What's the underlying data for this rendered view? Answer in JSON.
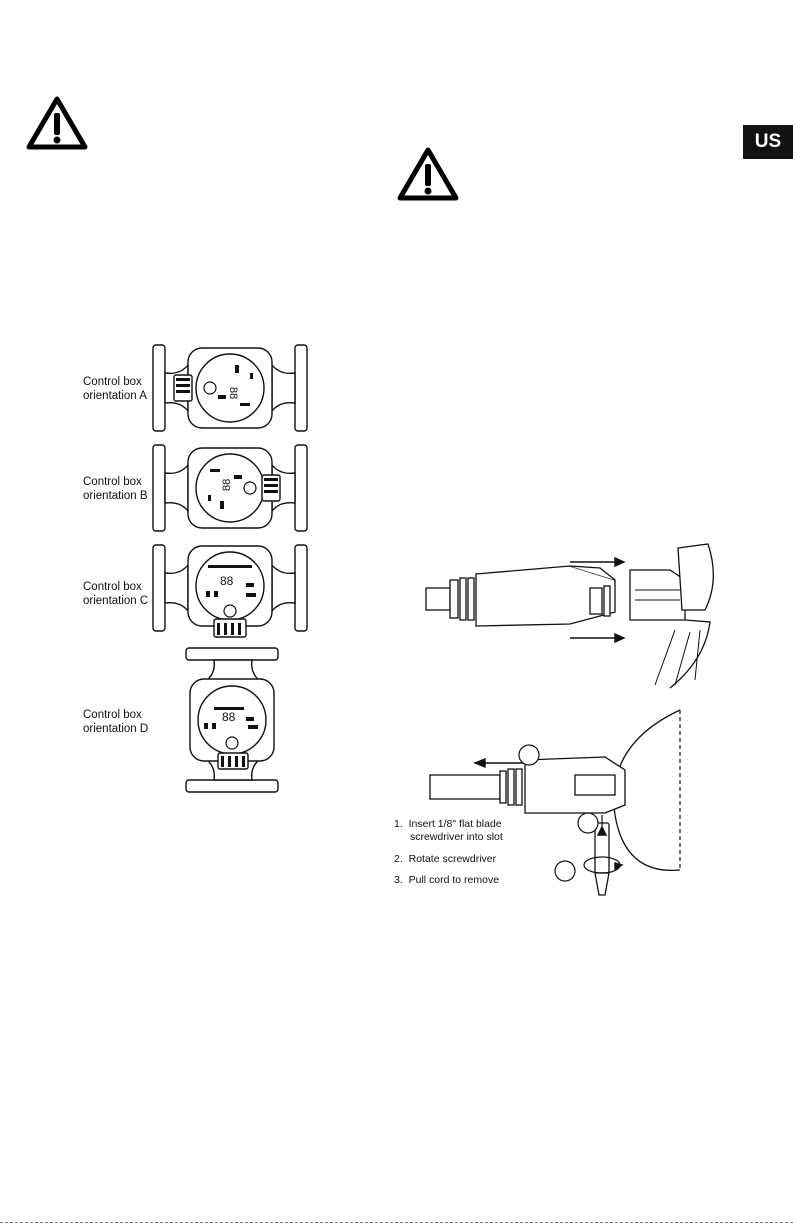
{
  "badge": {
    "text": "US"
  },
  "orientations": [
    {
      "line1": "Control box",
      "line2": "orientation A"
    },
    {
      "line1": "Control box",
      "line2": "orientation B"
    },
    {
      "line1": "Control box",
      "line2": "orientation C"
    },
    {
      "line1": "Control box",
      "line2": "orientation D"
    }
  ],
  "steps": [
    {
      "num": "1.",
      "line1": "Insert 1/8\" flat blade",
      "line2": "screwdriver into slot"
    },
    {
      "num": "2.",
      "line1": "Rotate screwdriver",
      "line2": ""
    },
    {
      "num": "3.",
      "line1": "Pull cord to remove",
      "line2": ""
    }
  ],
  "display": {
    "digits": "88"
  }
}
